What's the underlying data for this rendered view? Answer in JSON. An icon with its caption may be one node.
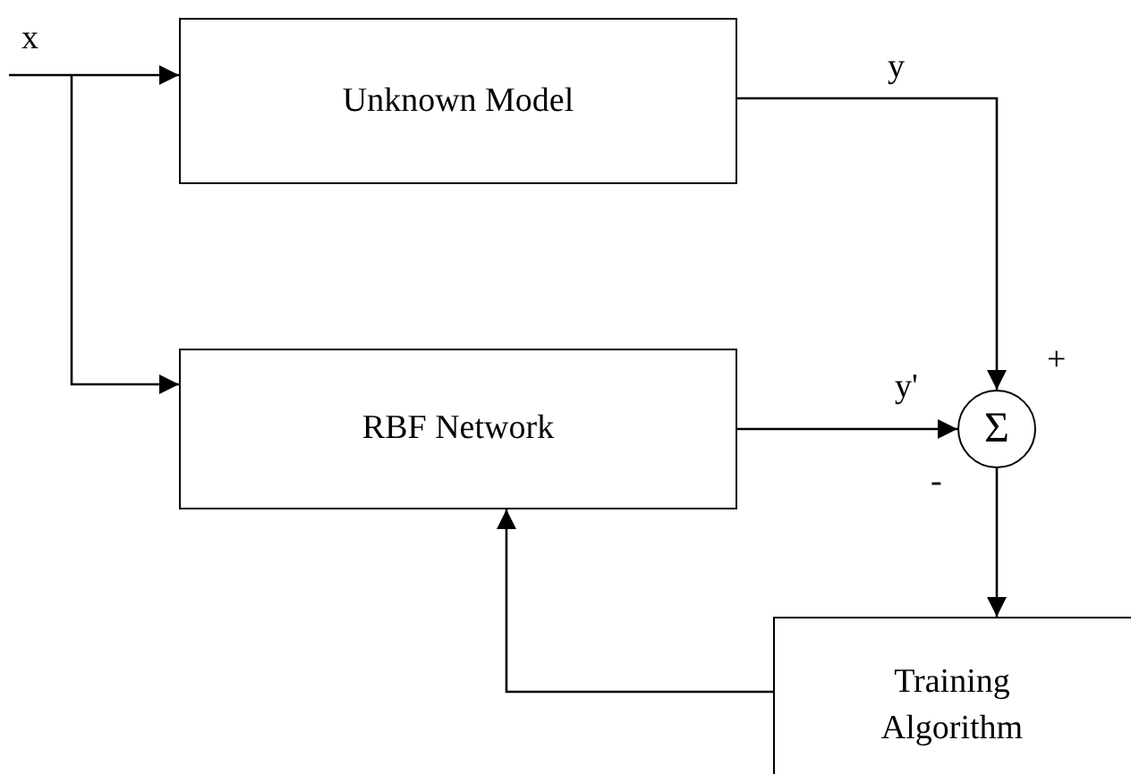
{
  "diagram": {
    "nodes": [
      {
        "text": [
          "Unknown Model"
        ]
      },
      {
        "text": [
          "RBF Network"
        ]
      },
      {
        "text": [
          "Σ"
        ]
      },
      {
        "text": [
          "Training Algorithm"
        ]
      }
    ],
    "edges": [
      {
        "from": null,
        "to": 0,
        "arrow": "to"
      },
      {
        "from": null,
        "to": 1,
        "arrow": "to"
      },
      {
        "from": 0,
        "to": 2,
        "arrow": "to",
        "label": "y"
      },
      {
        "from": 1,
        "to": 2,
        "arrow": "to",
        "label": "y'"
      },
      {
        "from": 2,
        "to": 3,
        "arrow": "to"
      },
      {
        "from": 3,
        "to": 1,
        "arrow": "to"
      }
    ],
    "labels": [
      "x",
      "+",
      "-"
    ]
  }
}
